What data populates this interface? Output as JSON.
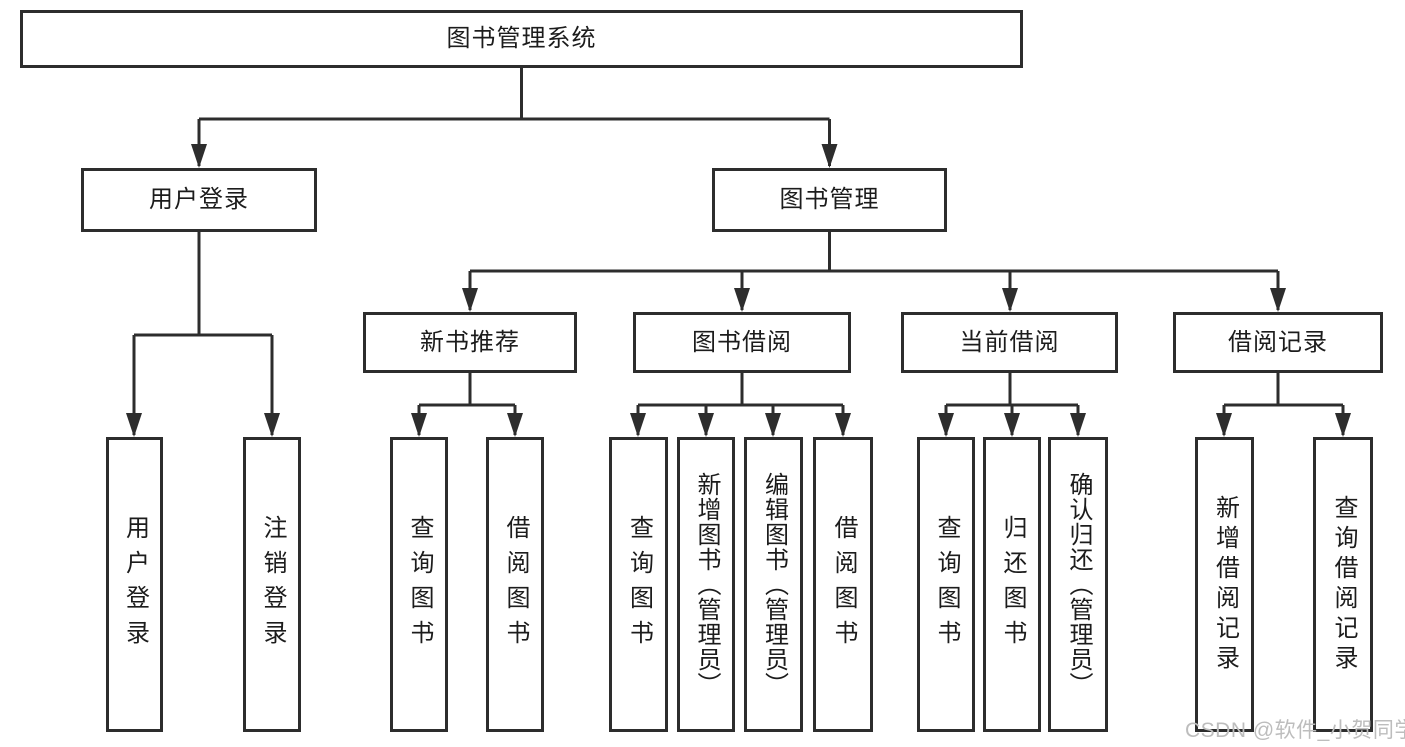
{
  "nodes": {
    "root": "图书管理系统",
    "user_login": "用户登录",
    "book_management": "图书管理",
    "new_book_recommend": "新书推荐",
    "book_borrow": "图书借阅",
    "current_borrow": "当前借阅",
    "borrow_records": "借阅记录",
    "leaf_user_login": "用户登录",
    "leaf_logout": "注销登录",
    "leaf_query_book_1": "查询图书",
    "leaf_borrow_book_1": "借阅图书",
    "leaf_query_book_2": "查询图书",
    "leaf_add_book_admin": "新增图书（管理员）",
    "leaf_edit_book_admin": "编辑图书（管理员）",
    "leaf_borrow_book_2": "借阅图书",
    "leaf_query_book_3": "查询图书",
    "leaf_return_book": "归还图书",
    "leaf_confirm_return_admin": "确认归还（管理员）",
    "leaf_add_borrow_record": "新增借阅记录",
    "leaf_query_borrow_record": "查询借阅记录"
  },
  "watermark": "CSDN @软件_小贺同学",
  "colors": {
    "line": "#2d2d2d",
    "text": "#1c1c1c",
    "watermark": "#bdbdbd",
    "background": "#ffffff"
  }
}
